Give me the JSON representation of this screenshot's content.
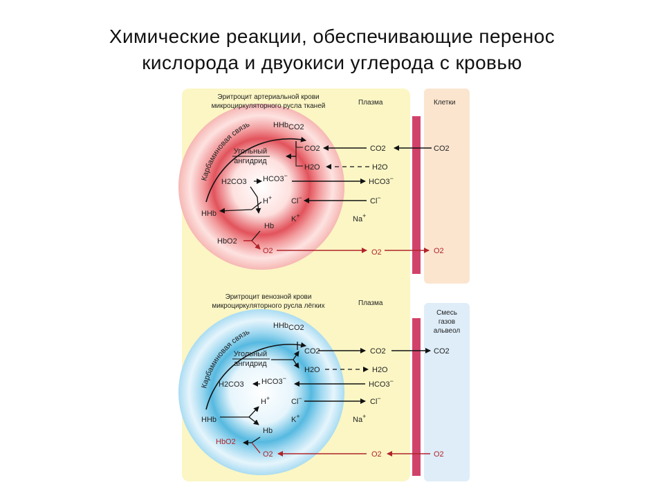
{
  "title": {
    "line1": "Химические реакции, обеспечивающие перенос",
    "line2": "кислорода и двуокиси углерода с кровью"
  },
  "colors": {
    "panel_bg": "#fbf6c4",
    "cells_bg": "#fbe5cf",
    "alveoli_bg": "#deedf8",
    "membrane": "#d1426a",
    "oxygen_arrow": "#b0232a",
    "arterial_core": "#e2535c",
    "venous_core": "#56b9e0"
  },
  "top": {
    "header_line1": "Эритроцит артериальной крови",
    "header_line2": "микроциркуляторного русла тканей",
    "plasma": "Плазма",
    "cells": "Клетки",
    "carbamino": "Карбаминовая связь",
    "anhydrase_line1": "Угольный",
    "anhydrase_line2": "ангидрид",
    "hhbco2_a": "HHb",
    "hhbco2_b": "CO2",
    "co2_in": "CO2",
    "h2o_in": "H2O",
    "h2co3": "H2CO3",
    "hco3_in": "HCO3",
    "h_plus": "H",
    "cl_in": "Cl",
    "k_plus": "K",
    "hhb": "HHb",
    "hb": "Hb",
    "hbo2": "HbO2",
    "o2_in": "O2",
    "co2_plasma": "CO2",
    "h2o_plasma": "H2O",
    "hco3_plasma": "HCO3",
    "cl_plasma": "Cl",
    "na_plasma": "Na",
    "o2_plasma": "O2",
    "co2_cells": "CO2",
    "o2_cells": "O2"
  },
  "bottom": {
    "header_line1": "Эритроцит венозной крови",
    "header_line2": "микроциркуляторного русла лёгких",
    "plasma": "Плазма",
    "alveoli_line1": "Смесь",
    "alveoli_line2": "газов",
    "alveoli_line3": "альвеол",
    "carbamino": "Карбаминовая связь",
    "anhydrase_line1": "Угольный",
    "anhydrase_line2": "ангидрид",
    "hhbco2_a": "HHb",
    "hhbco2_b": "CO2",
    "co2_in": "CO2",
    "h2o_in": "H2O",
    "h2co3": "H2CO3",
    "hco3_in": "HCO3",
    "h_plus": "H",
    "cl_in": "Cl",
    "k_plus": "K",
    "hhb": "HHb",
    "hb": "Hb",
    "hbo2": "HbO2",
    "o2_in": "O2",
    "co2_plasma": "CO2",
    "h2o_plasma": "H2O",
    "hco3_plasma": "HCO3",
    "cl_plasma": "Cl",
    "na_plasma": "Na",
    "o2_plasma": "O2",
    "co2_alveoli": "CO2",
    "o2_alveoli": "O2"
  }
}
